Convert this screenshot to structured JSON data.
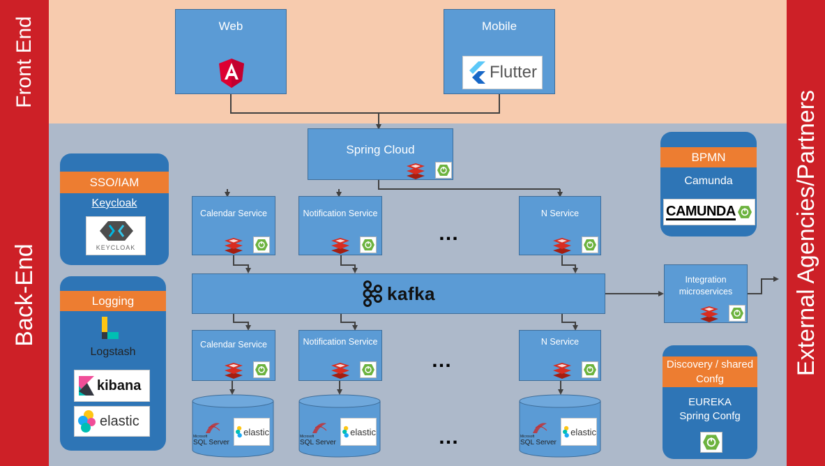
{
  "layers": {
    "front_end": "Front End",
    "back_end": "Back-End",
    "external": "External Agencies/Partners"
  },
  "frontend": {
    "web": {
      "label": "Web",
      "icon": "angular-logo"
    },
    "mobile": {
      "label": "Mobile",
      "logo_text": "Flutter"
    }
  },
  "gateway": {
    "label": "Spring Cloud"
  },
  "services_top": [
    {
      "label": "Calendar Service"
    },
    {
      "label": "Notification Service"
    },
    {
      "label": "N Service"
    }
  ],
  "services_bottom": [
    {
      "label": "Calendar Service"
    },
    {
      "label": "Notification Service"
    },
    {
      "label": "N Service"
    }
  ],
  "ellipsis": "…",
  "kafka": {
    "label": "kafka"
  },
  "databases": [
    {
      "sql_small": "Microsoft",
      "sql_label": "SQL Server",
      "elastic_label": "elastic"
    },
    {
      "sql_small": "Microsoft",
      "sql_label": "SQL Server",
      "elastic_label": "elastic"
    },
    {
      "sql_small": "Microsoft",
      "sql_label": "SQL Server",
      "elastic_label": "elastic"
    }
  ],
  "sso": {
    "header": "SSO/IAM",
    "title": "Keycloak",
    "logo_text": "KEYCLOAK"
  },
  "logging": {
    "header": "Logging",
    "logstash": "Logstash",
    "kibana": "kibana",
    "elastic": "elastic"
  },
  "bpmn": {
    "header": "BPMN",
    "title": "Camunda",
    "logo_text": "CAMUNDA"
  },
  "integration": {
    "label": "Integration microservices"
  },
  "discovery": {
    "header": "Discovery / shared Confg",
    "title_line1": "EUREKA",
    "title_line2": "Spring Confg"
  },
  "colors": {
    "front_end_band": "#f7cbae",
    "back_end_band": "#adb9ca",
    "layer_bar": "#cd2027",
    "box_blue": "#5b9bd5",
    "panel_blue": "#2e75b6",
    "header_orange": "#ed7d31",
    "redis_red": "#d82c20",
    "spring_green": "#6db33f"
  }
}
